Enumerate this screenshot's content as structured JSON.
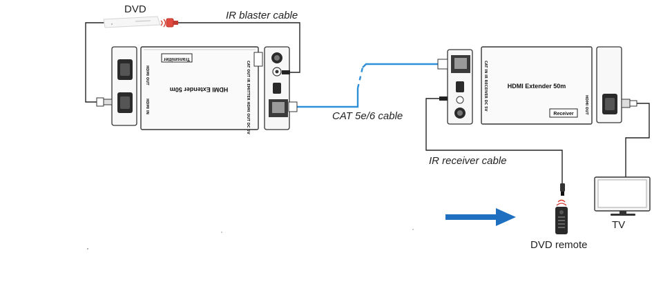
{
  "labels": {
    "dvd": "DVD",
    "ir_blaster": "IR blaster cable",
    "cat_cable": "CAT 5e/6 cable",
    "ir_receiver": "IR receiver cable",
    "dvd_remote": "DVD remote",
    "tv": "TV"
  },
  "transmitter": {
    "product": "HDMI Extender 50m",
    "badge": "Transmitter",
    "port_hdmi_out": "HDMI OUT",
    "port_hdmi_in": "HDMI IN",
    "side_ports": "CAT OUT IR EMITTER HDMI OUT DC 5V"
  },
  "receiver": {
    "product": "HDMI Extender 50m",
    "badge": "Receiver",
    "port_hdmi_out": "HDMI OUT",
    "side_ports": "CAT IN IR RECEIVER DC 5V"
  },
  "colors": {
    "cat_cable": "#2d8fd6",
    "arrow": "#1f6fc1",
    "ir_tip": "#d9342b",
    "line": "#222222"
  },
  "icons": {
    "arrow": "right-arrow-icon",
    "remote": "remote-control-icon",
    "tv": "tv-icon",
    "dvd": "dvd-player-icon"
  }
}
